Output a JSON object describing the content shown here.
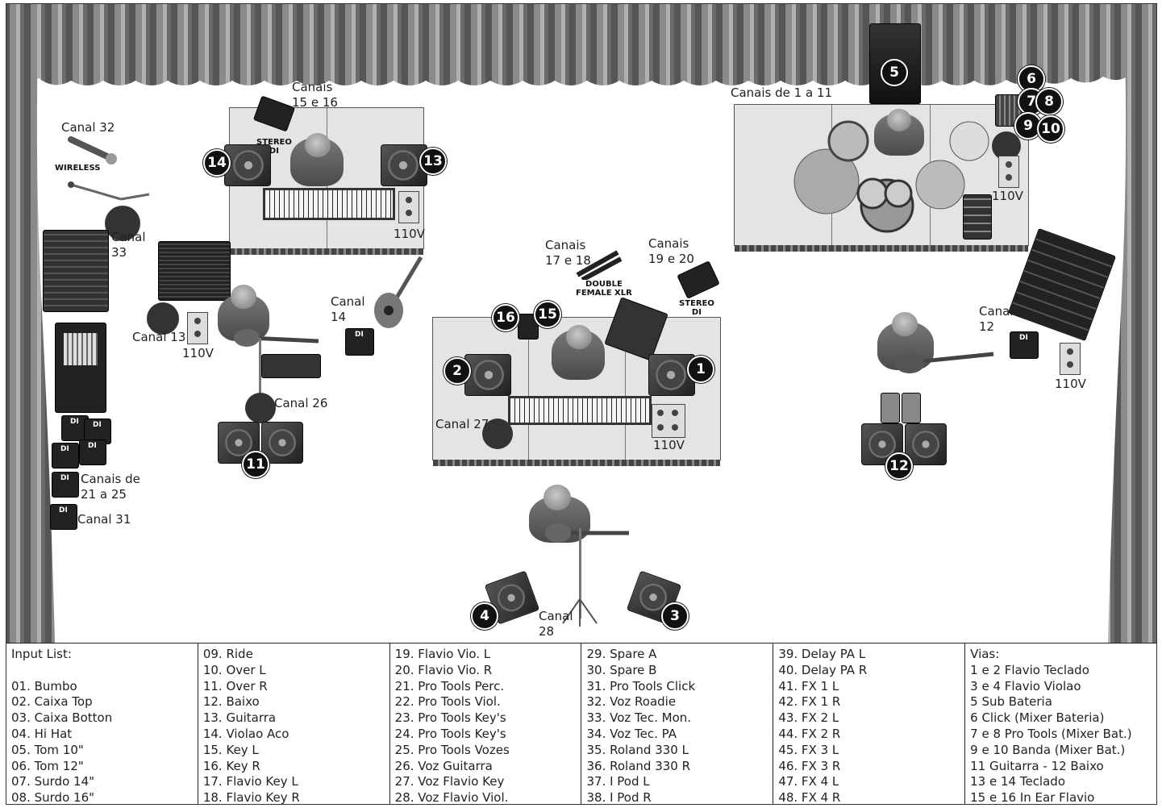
{
  "stage": {
    "labels": {
      "canal32": "Canal 32",
      "wireless": "WIRELESS",
      "canal33": "Canal\n33",
      "canais15e16": "Canais\n15 e 16",
      "stereo_di_1": "STEREO\nDI",
      "v110_a": "110V",
      "canal13": "Canal 13",
      "v110_b": "110V",
      "canal14": "Canal\n14",
      "canal26": "Canal 26",
      "canais21a25": "Canais de\n21 a 25",
      "canal31": "Canal 31",
      "canais17e18": "Canais\n17 e 18",
      "double_xlr": "DOUBLE\nFEMALE XLR",
      "canais19e20": "Canais\n19 e 20",
      "stereo_di_2": "STEREO\nDI",
      "canal27": "Canal 27",
      "v110_c": "110V",
      "canais1a11": "Canais de 1 a 11",
      "v110_d": "110V",
      "canal12": "Canal\n12",
      "v110_e": "110V",
      "canal28": "Canal\n28"
    },
    "badges": {
      "b1": "1",
      "b2": "2",
      "b3": "3",
      "b4": "4",
      "b5": "5",
      "b6": "6",
      "b7": "7",
      "b8": "8",
      "b9": "9",
      "b10": "10",
      "b11": "11",
      "b12": "12",
      "b13": "13",
      "b14": "14",
      "b15": "15",
      "b16": "16"
    },
    "di_label": "DI"
  },
  "input_list": {
    "columns": [
      [
        "Input List:",
        "",
        "01. Bumbo",
        "02. Caixa Top",
        "03. Caixa Botton",
        "04. Hi Hat",
        "05. Tom 10\"",
        "06. Tom 12\"",
        "07. Surdo 14\"",
        "08. Surdo 16\""
      ],
      [
        "09. Ride",
        "10. Over L",
        "11. Over R",
        "12. Baixo",
        "13. Guitarra",
        "14. Violao Aco",
        "15. Key L",
        "16. Key R",
        "17. Flavio Key L",
        "18. Flavio Key R"
      ],
      [
        "19. Flavio Vio. L",
        "20. Flavio Vio. R",
        "21. Pro Tools Perc.",
        "22. Pro Tools Viol.",
        "23. Pro Tools Key's",
        "24. Pro Tools Key's",
        "25. Pro Tools Vozes",
        "26. Voz Guitarra",
        "27. Voz Flavio Key",
        "28. Voz Flavio Viol."
      ],
      [
        "29. Spare A",
        "30. Spare B",
        "31. Pro Tools Click",
        "32. Voz Roadie",
        "33. Voz Tec. Mon.",
        "34. Voz Tec. PA",
        "35. Roland 330 L",
        "36. Roland 330 R",
        "37. I Pod L",
        "38. I Pod R"
      ],
      [
        "39. Delay PA L",
        "40. Delay PA R",
        "41. FX 1 L",
        "42. FX 1 R",
        "43. FX 2 L",
        "44. FX 2 R",
        "45. FX 3 L",
        "46. FX 3 R",
        "47. FX 4 L",
        "48. FX 4 R"
      ],
      [
        "Vias:",
        "1 e 2 Flavio Teclado",
        "3 e 4 Flavio Violao",
        "5 Sub Bateria",
        "6 Click (Mixer Bateria)",
        "7 e 8 Pro Tools (Mixer Bat.)",
        "9 e 10 Banda (Mixer Bat.)",
        "11 Guitarra - 12 Baixo",
        "13 e 14 Teclado",
        "15 e 16 In Ear Flavio"
      ]
    ]
  }
}
